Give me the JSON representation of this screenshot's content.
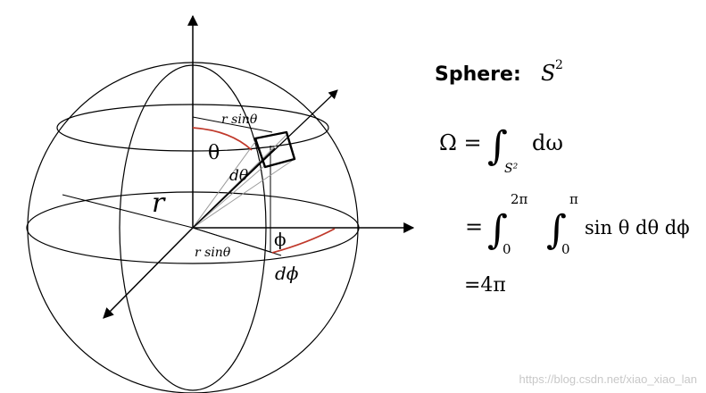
{
  "diagram": {
    "labels": {
      "r_big": "r",
      "theta": "θ",
      "d_theta": "dθ",
      "phi": "ϕ",
      "d_phi": "dϕ",
      "r_sin_theta_top": "r sinθ",
      "r_sin_theta_bottom": "r sinθ"
    }
  },
  "formula": {
    "heading_word": "Sphere:",
    "heading_symbol": "S",
    "heading_exp": "2",
    "line1_lhs": "Ω =",
    "line1_int": "∫",
    "line1_sub": "S²",
    "line1_body": "dω",
    "line2_eq": "=",
    "line2_int1": "∫",
    "line2_int1_upper": "2π",
    "line2_int1_lower": "0",
    "line2_int2": "∫",
    "line2_int2_upper": "π",
    "line2_int2_lower": "0",
    "line2_body": "sin θ dθ dϕ",
    "line3": "=4π"
  },
  "watermark": "https://blog.csdn.net/xiao_xiao_lan",
  "colors": {
    "stroke": "#000000",
    "accent_arc": "#c0392b",
    "gray_ray": "#9a9a9a",
    "watermark": "#c8c8c8"
  }
}
